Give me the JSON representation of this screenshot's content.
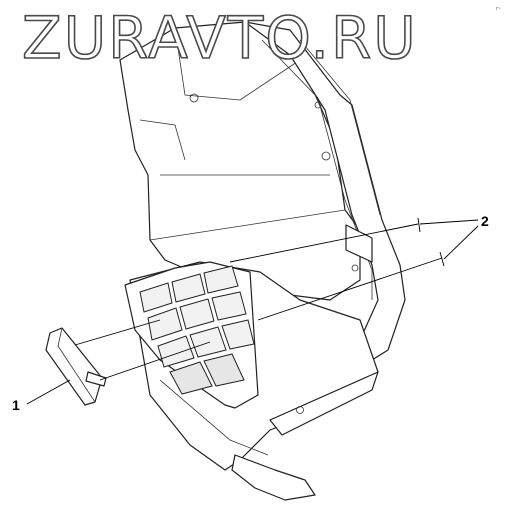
{
  "watermark": {
    "text": "ZURAVTO.RU"
  },
  "corner_mark": {
    "text": "r~"
  },
  "callouts": [
    {
      "id": "1",
      "label": "1"
    },
    {
      "id": "2",
      "label": "2"
    }
  ],
  "colors": {
    "line": "#222222",
    "background": "#ffffff",
    "watermark_outline": "#4a4a4a"
  }
}
